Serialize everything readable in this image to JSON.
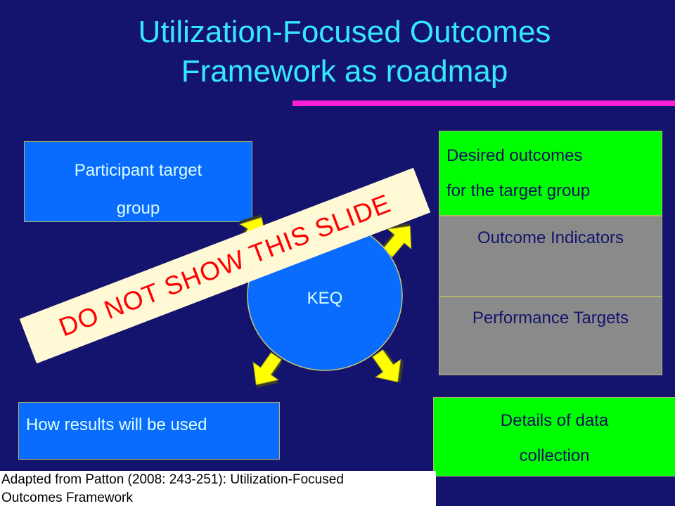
{
  "slide": {
    "title_line1": "Utilization-Focused Outcomes",
    "title_line2": "Framework as roadmap"
  },
  "boxes": {
    "participant": {
      "line1": "Participant target",
      "line2": "group"
    },
    "outcomes": {
      "line1": "Desired outcomes",
      "line2": "for the target group"
    },
    "indicators": "Outcome Indicators",
    "targets": "Performance Targets",
    "usage": "How results will be used",
    "data_collection": {
      "line1": "Details of data",
      "line2": "collection"
    }
  },
  "center": {
    "label": "KEQ"
  },
  "banner": {
    "text": "DO NOT SHOW THIS SLIDE"
  },
  "footnote": {
    "line1": "Adapted from Patton (2008: 243-251): Utilization-Focused",
    "line2": "Outcomes Framework"
  },
  "colors": {
    "background": "#14146e",
    "title": "#35e8ff",
    "accent_rule": "#ff1fd6",
    "blue_box": "#0a6bff",
    "green_box": "#00ff00",
    "gray_box": "#8a8a8a",
    "arrow": "#ffff00",
    "banner_bg": "#fff9d6",
    "banner_text": "#ff0000"
  }
}
